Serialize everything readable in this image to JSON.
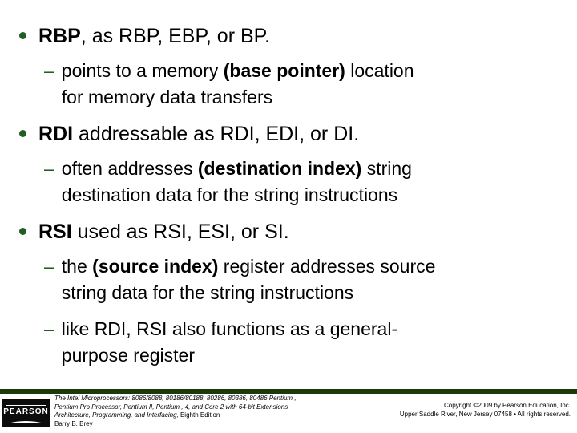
{
  "colors": {
    "bullet-green": "#215e21",
    "bar-green": "#1b3a07",
    "logo-bg": "#0c0c0c"
  },
  "content": {
    "b1": {
      "bold": "RBP",
      "rest": ", as RBP, EBP, or BP."
    },
    "b1s1": {
      "pre": "points to a memory ",
      "bold": "(base pointer)",
      "post": " location for memory data transfers"
    },
    "b2": {
      "bold": "RDI",
      "rest": " addressable as RDI, EDI, or DI."
    },
    "b2s1": {
      "pre": "often addresses ",
      "bold": "(destination index)",
      "post": " string destination data for the string instructions"
    },
    "b3": {
      "bold": "RSI",
      "rest": " used as RSI, ESI, or SI."
    },
    "b3s1": {
      "pre": "the ",
      "bold": "(source index)",
      "post": " register addresses source string data for the string instructions"
    },
    "b3s2": {
      "pre": "like RDI, RSI also functions as a general-purpose register",
      "bold": "",
      "post": ""
    }
  },
  "footer": {
    "logo": {
      "text": "PEARSON"
    },
    "book": {
      "line1": "The Intel Microprocessors: 8086/8088, 80186/80188, 80286, 80386, 80486 Pentium ,",
      "line2": "Pentium Pro Processor, Pentium II, Pentium , 4, and Core 2 with 64-bit Extensions",
      "line3_italic": "Architecture, Programming, and Interfacing,",
      "line3_regular": " Eighth Edition",
      "line4": "Barry B. Brey"
    },
    "copyright": {
      "line1": "Copyright ©2009 by Pearson Education, Inc.",
      "line2": "Upper Saddle River, New Jersey 07458 • All rights reserved."
    }
  }
}
